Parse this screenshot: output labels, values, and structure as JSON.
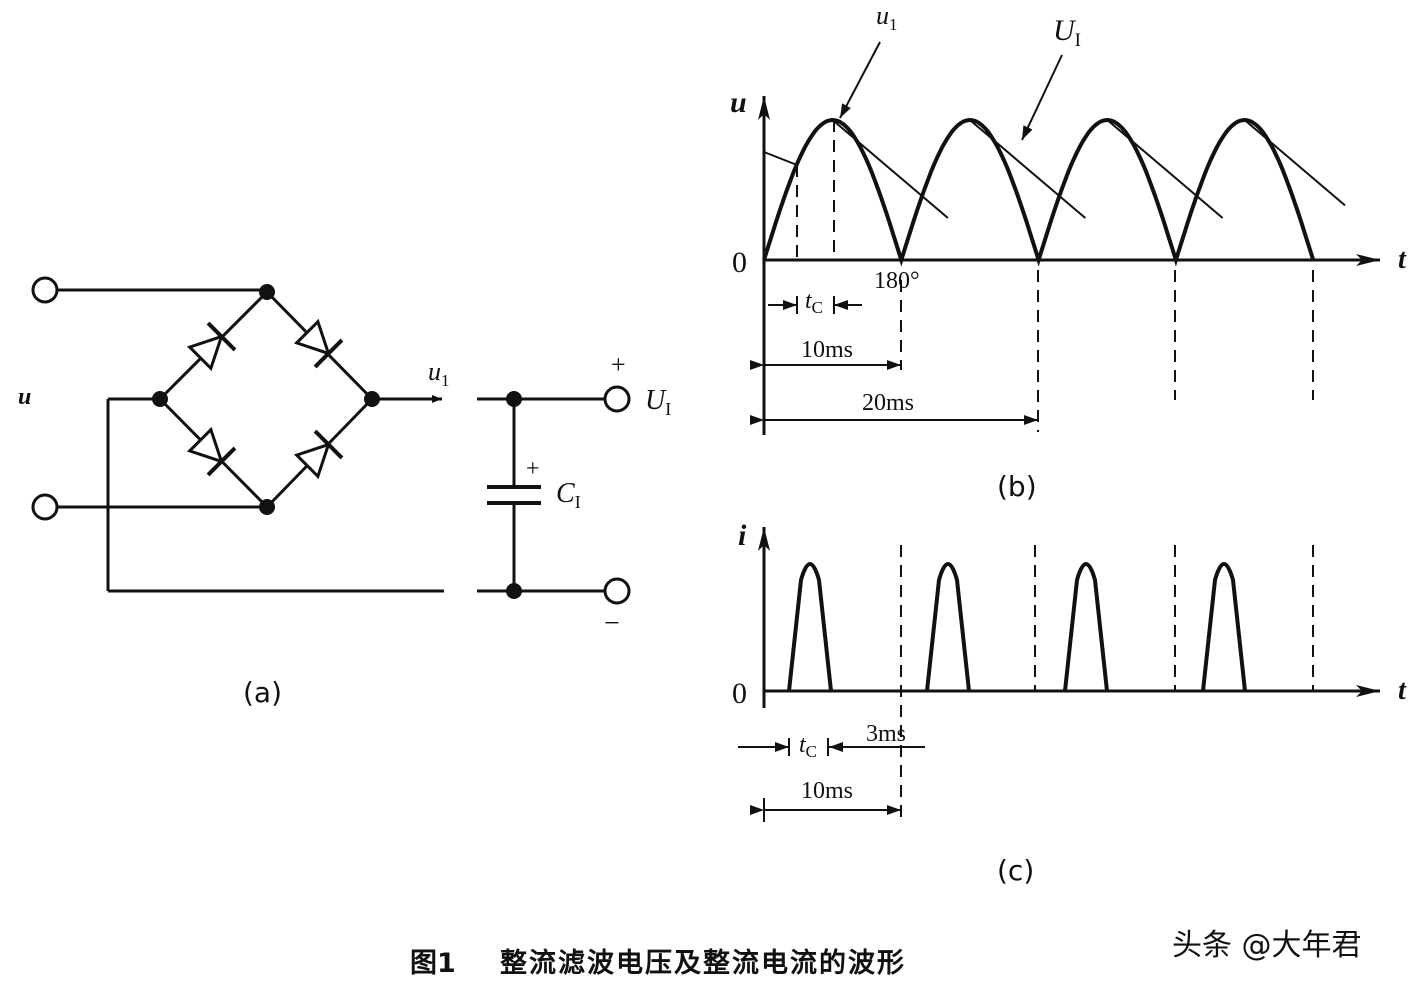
{
  "circuit": {
    "input_label": "u",
    "rectified_label": "u",
    "rectified_sub": "1",
    "output_plus": "+",
    "output_minus": "−",
    "output_label": "U",
    "output_sub": "I",
    "cap_plus": "+",
    "cap_label": "C",
    "cap_sub": "I",
    "panel_label": "(a)"
  },
  "voltage_plot": {
    "y_axis": "u",
    "x_axis": "t",
    "origin": "0",
    "angle_label": "180°",
    "callout_u1": "u",
    "callout_u1_sub": "1",
    "callout_UI": "U",
    "callout_UI_sub": "I",
    "tc_label": "t",
    "tc_sub": "C",
    "dim_10ms": "10ms",
    "dim_20ms": "20ms",
    "panel_label": "(b)"
  },
  "current_plot": {
    "y_axis": "i",
    "x_axis": "t",
    "origin": "0",
    "tc_label": "t",
    "tc_sub": "C",
    "dim_3ms": "3ms",
    "dim_10ms": "10ms",
    "panel_label": "(c)"
  },
  "caption": {
    "number": "图1",
    "title": "整流滤波电压及整流电流的波形"
  },
  "watermark": "头条 @大年君"
}
